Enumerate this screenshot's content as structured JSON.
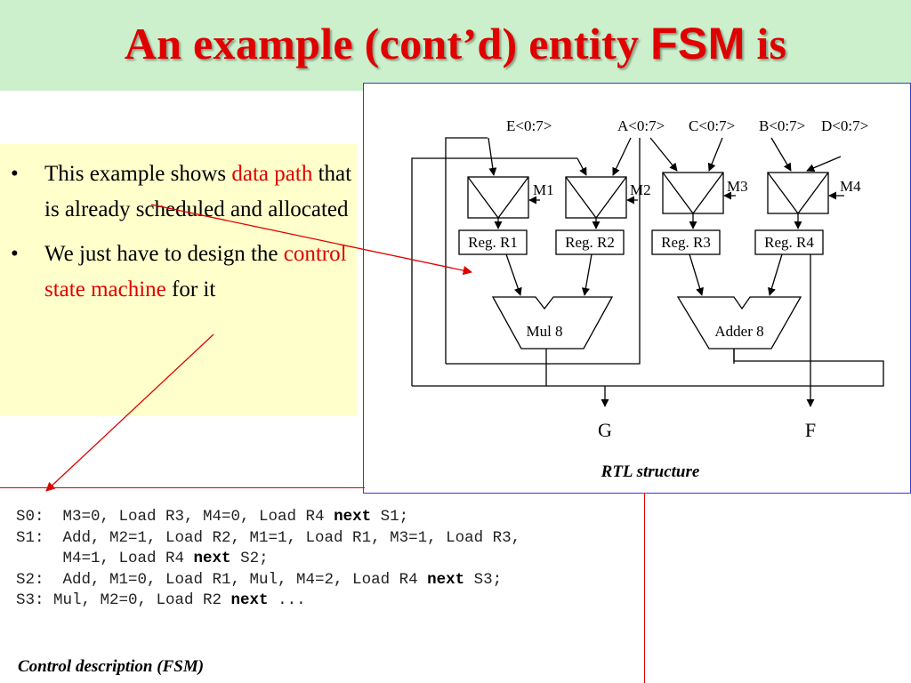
{
  "title": {
    "main": "An example (cont’d) entity ",
    "fsm": "FSM",
    "tail": " is"
  },
  "bullets": [
    {
      "pre": "This example shows ",
      "highlight": "data path",
      "post": " that is already scheduled and allocated"
    },
    {
      "pre": "We just have to design the ",
      "highlight": "control state machine",
      "post": " for it"
    }
  ],
  "rtl": {
    "inputs": {
      "e": "E<0:7>",
      "a": "A<0:7>",
      "c": "C<0:7>",
      "b": "B<0:7>",
      "d": "D<0:7>"
    },
    "muxes": {
      "m1": "M1",
      "m2": "M2",
      "m3": "M3",
      "m4": "M4"
    },
    "registers": {
      "r1": "Reg. R1",
      "r2": "Reg. R2",
      "r3": "Reg. R3",
      "r4": "Reg. R4"
    },
    "units": {
      "mul": "Mul 8",
      "adder": "Adder 8"
    },
    "outputs": {
      "g": "G",
      "f": "F"
    },
    "caption": "RTL structure"
  },
  "fsm": {
    "lines": [
      {
        "a": "S0:  M3=0, Load R3, M4=0, Load R4 ",
        "kw": "next",
        "b": " S1;"
      },
      {
        "a": "S1:  Add, M2=1, Load R2, M1=1, Load R1, M3=1, Load R3,",
        "kw": "",
        "b": ""
      },
      {
        "a": "     M4=1, Load R4 ",
        "kw": "next",
        "b": " S2;"
      },
      {
        "a": "S2:  Add, M1=0, Load R1, Mul, M4=2, Load R4 ",
        "kw": "next",
        "b": " S3;"
      },
      {
        "a": "S3: Mul, M2=0, Load R2 ",
        "kw": "next",
        "b": " ..."
      }
    ],
    "caption": "Control description (FSM)"
  },
  "colors": {
    "title_band": "#ccf0cc",
    "bullet_box": "#ffffcc",
    "accent": "#e00000",
    "frame": "#3a3ad0"
  }
}
